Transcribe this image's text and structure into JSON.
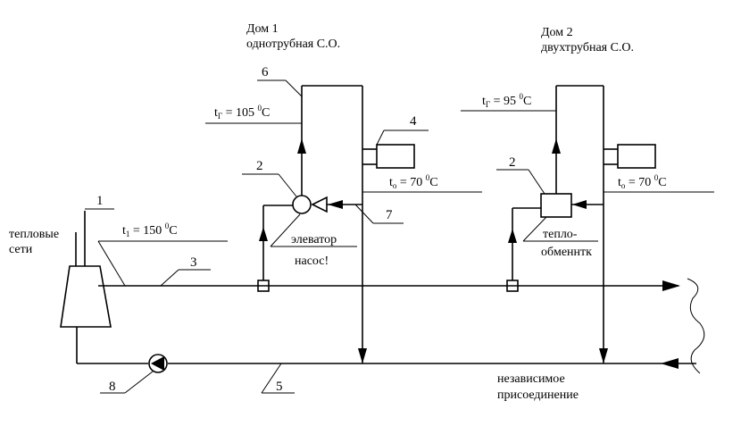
{
  "house1": {
    "title": "Дом 1",
    "system": "однотрубная С.О."
  },
  "house2": {
    "title": "Дом 2",
    "system": "двухтрубная С.О."
  },
  "labels": {
    "heat_networks_1": "тепловые",
    "heat_networks_2": "сети",
    "elevator": "элеватор",
    "pump": "насос!",
    "exchanger_1": "тепло-",
    "exchanger_2": "обменнтк",
    "independent_1": "независимое",
    "independent_2": "присоединение"
  },
  "temperatures": {
    "t1": {
      "symbol": "t",
      "sub": "1",
      "eq": " = 150 ",
      "sup": "0",
      "unit": "С"
    },
    "tg1": {
      "symbol": "t",
      "sub": "Г",
      "eq": " = 105 ",
      "sup": "0",
      "unit": "С"
    },
    "to1": {
      "symbol": "t",
      "sub": "о",
      "eq": " = 70 ",
      "sup": "0",
      "unit": "С"
    },
    "tg2": {
      "symbol": "t",
      "sub": "Г",
      "eq": " = 95 ",
      "sup": "0",
      "unit": "С"
    },
    "to2": {
      "symbol": "t",
      "sub": "о",
      "eq": " = 70 ",
      "sup": "0",
      "unit": "С"
    }
  },
  "callouts": {
    "n1": "1",
    "n2a": "2",
    "n2b": "2",
    "n3": "3",
    "n4": "4",
    "n5": "5",
    "n6": "6",
    "n7": "7",
    "n8": "8"
  }
}
